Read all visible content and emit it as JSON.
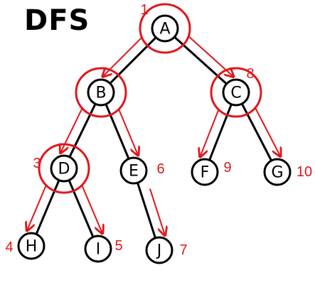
{
  "title": "DFS",
  "colors": {
    "ink": "#000000",
    "accent": "#e0161b",
    "background": "#ffffff"
  },
  "nodes": [
    {
      "id": "A",
      "label": "A",
      "order": "1",
      "circled": true
    },
    {
      "id": "B",
      "label": "B",
      "order": "",
      "circled": true
    },
    {
      "id": "C",
      "label": "C",
      "order": "8",
      "circled": true
    },
    {
      "id": "D",
      "label": "D",
      "order": "3",
      "circled": true
    },
    {
      "id": "E",
      "label": "E",
      "order": "6",
      "circled": false
    },
    {
      "id": "F",
      "label": "F",
      "order": "9",
      "circled": false
    },
    {
      "id": "G",
      "label": "G",
      "order": "10",
      "circled": false
    },
    {
      "id": "H",
      "label": "H",
      "order": "4",
      "circled": false
    },
    {
      "id": "I",
      "label": "I",
      "order": "5",
      "circled": false
    },
    {
      "id": "J",
      "label": "J",
      "order": "7",
      "circled": false
    }
  ],
  "edges": [
    {
      "from": "A",
      "to": "B"
    },
    {
      "from": "A",
      "to": "C"
    },
    {
      "from": "B",
      "to": "D"
    },
    {
      "from": "B",
      "to": "E"
    },
    {
      "from": "C",
      "to": "F"
    },
    {
      "from": "C",
      "to": "G"
    },
    {
      "from": "D",
      "to": "H"
    },
    {
      "from": "D",
      "to": "I"
    },
    {
      "from": "E",
      "to": "J"
    }
  ],
  "traversal_arrows": [
    {
      "from": "A",
      "to": "B"
    },
    {
      "from": "A",
      "to": "C"
    },
    {
      "from": "B",
      "to": "D"
    },
    {
      "from": "B",
      "to": "E"
    },
    {
      "from": "C",
      "to": "F"
    },
    {
      "from": "C",
      "to": "G"
    },
    {
      "from": "D",
      "to": "H"
    },
    {
      "from": "D",
      "to": "I"
    },
    {
      "from": "E",
      "to": "J"
    }
  ]
}
